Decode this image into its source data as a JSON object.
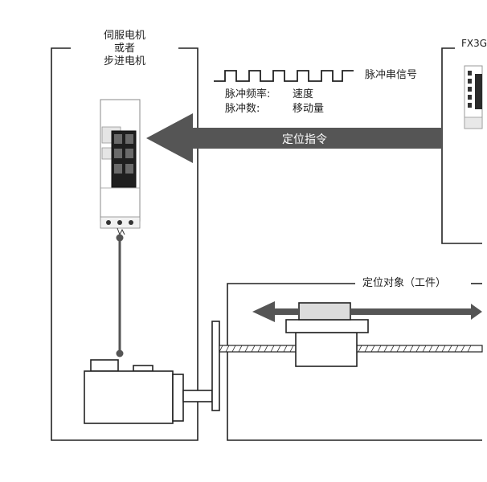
{
  "servo_box": {
    "title_line1": "伺服电机",
    "title_line2": "或者",
    "title_line3": "步进电机"
  },
  "pulse": {
    "label": "脉冲串信号",
    "freq_label": "脉冲频率:",
    "freq_value": "速度",
    "count_label": "脉冲数:",
    "count_value": "移动量"
  },
  "command_arrow": {
    "label": "定位指令"
  },
  "plc": {
    "label": "FX3G"
  },
  "target": {
    "label": "定位对象（工件）"
  }
}
